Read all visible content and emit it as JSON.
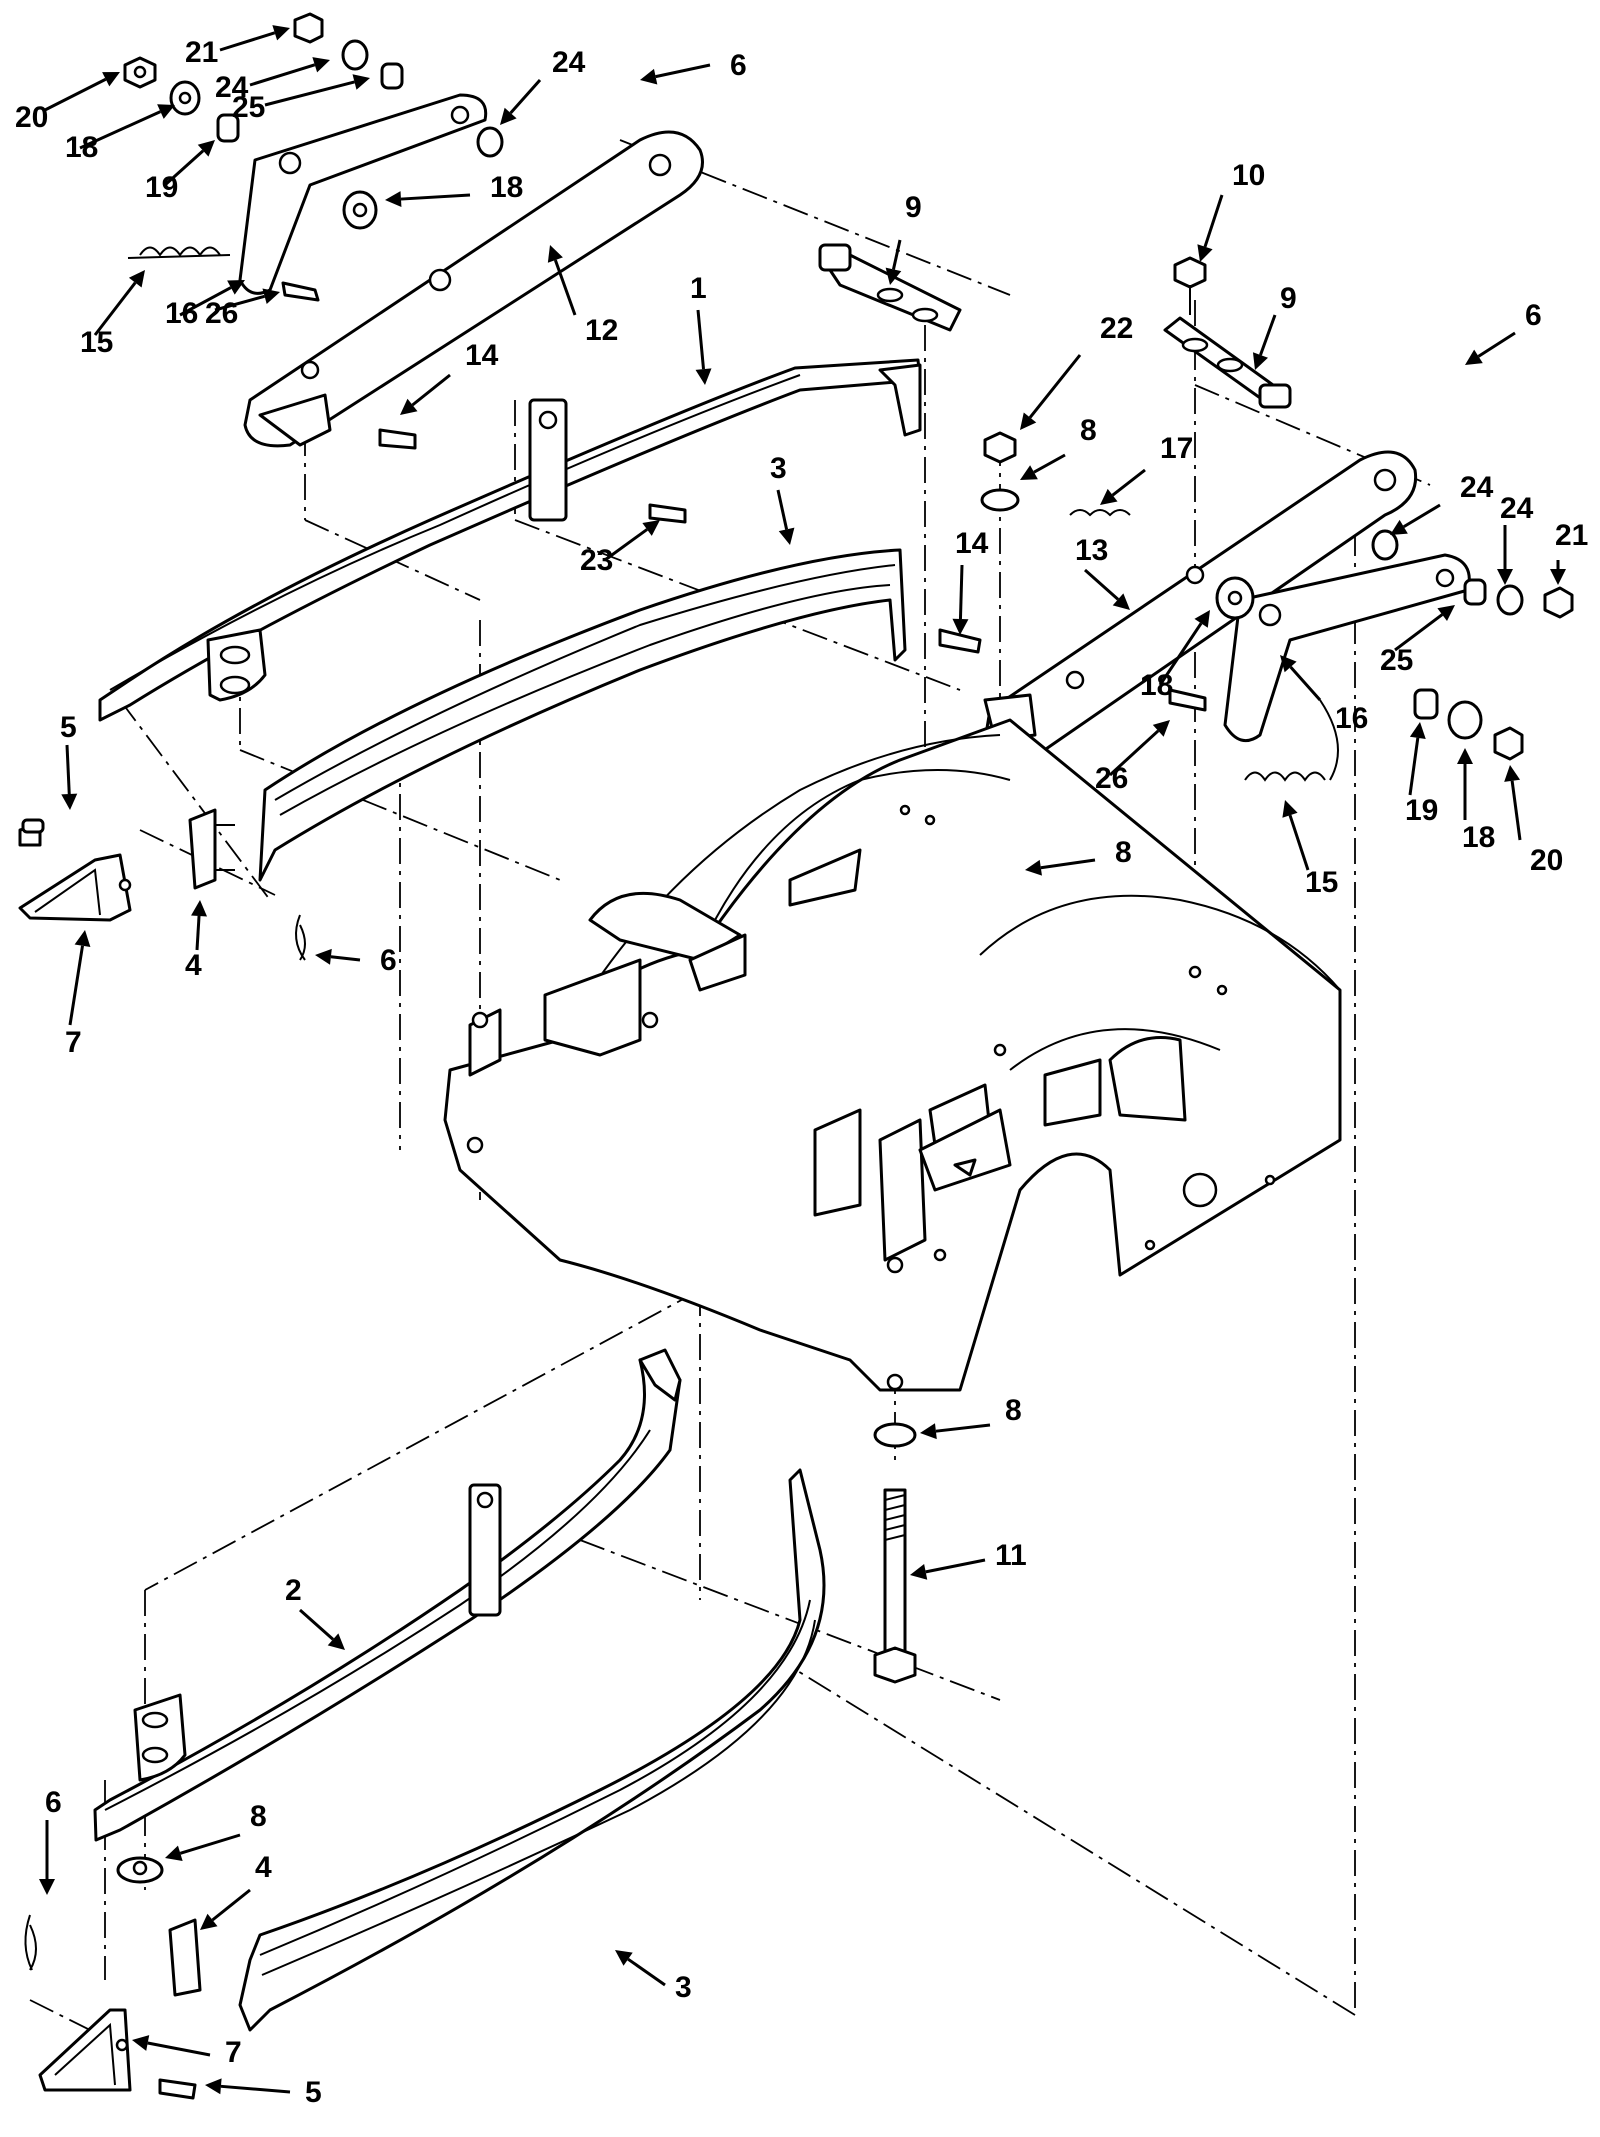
{
  "callouts": [
    {
      "id": "c1",
      "text": "1"
    },
    {
      "id": "c2",
      "text": "2"
    },
    {
      "id": "c3a",
      "text": "3"
    },
    {
      "id": "c3b",
      "text": "3"
    },
    {
      "id": "c4a",
      "text": "4"
    },
    {
      "id": "c4b",
      "text": "4"
    },
    {
      "id": "c5a",
      "text": "5"
    },
    {
      "id": "c5b",
      "text": "5"
    },
    {
      "id": "c6a",
      "text": "6"
    },
    {
      "id": "c6b",
      "text": "6"
    },
    {
      "id": "c6c",
      "text": "6"
    },
    {
      "id": "c6d",
      "text": "6"
    },
    {
      "id": "c7a",
      "text": "7"
    },
    {
      "id": "c7b",
      "text": "7"
    },
    {
      "id": "c8a",
      "text": "8"
    },
    {
      "id": "c8b",
      "text": "8"
    },
    {
      "id": "c8c",
      "text": "8"
    },
    {
      "id": "c8d",
      "text": "8"
    },
    {
      "id": "c9a",
      "text": "9"
    },
    {
      "id": "c9b",
      "text": "9"
    },
    {
      "id": "c10",
      "text": "10"
    },
    {
      "id": "c11",
      "text": "11"
    },
    {
      "id": "c12",
      "text": "12"
    },
    {
      "id": "c13",
      "text": "13"
    },
    {
      "id": "c14a",
      "text": "14"
    },
    {
      "id": "c14b",
      "text": "14"
    },
    {
      "id": "c15a",
      "text": "15"
    },
    {
      "id": "c15b",
      "text": "15"
    },
    {
      "id": "c16a",
      "text": "16"
    },
    {
      "id": "c16b",
      "text": "16"
    },
    {
      "id": "c17",
      "text": "17"
    },
    {
      "id": "c18a",
      "text": "18"
    },
    {
      "id": "c18b",
      "text": "18"
    },
    {
      "id": "c18c",
      "text": "18"
    },
    {
      "id": "c18d",
      "text": "18"
    },
    {
      "id": "c19a",
      "text": "19"
    },
    {
      "id": "c19b",
      "text": "19"
    },
    {
      "id": "c20a",
      "text": "20"
    },
    {
      "id": "c20b",
      "text": "20"
    },
    {
      "id": "c21a",
      "text": "21"
    },
    {
      "id": "c21b",
      "text": "21"
    },
    {
      "id": "c22",
      "text": "22"
    },
    {
      "id": "c23",
      "text": "23"
    },
    {
      "id": "c24a",
      "text": "24"
    },
    {
      "id": "c24b",
      "text": "24"
    },
    {
      "id": "c24c",
      "text": "24"
    },
    {
      "id": "c24d",
      "text": "24"
    },
    {
      "id": "c25a",
      "text": "25"
    },
    {
      "id": "c25b",
      "text": "25"
    },
    {
      "id": "c26a",
      "text": "26"
    },
    {
      "id": "c26b",
      "text": "26"
    }
  ]
}
